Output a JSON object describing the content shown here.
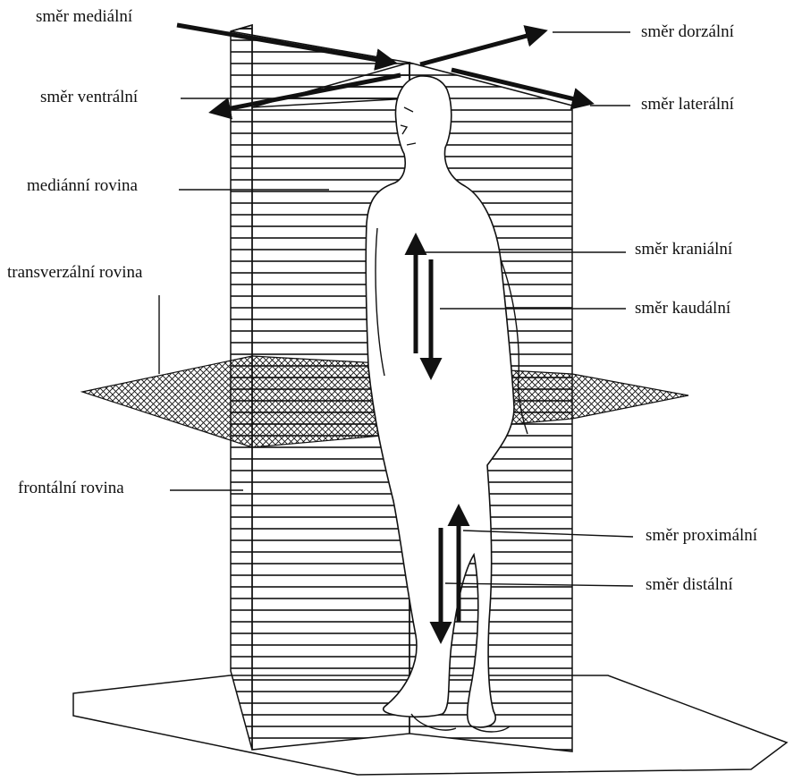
{
  "labels": {
    "medial": "směr mediální",
    "dorsal": "směr dorzální",
    "ventral": "směr ventrální",
    "lateral": "směr laterální",
    "median_plane": "mediánní rovina",
    "cranial": "směr kraniální",
    "transverse_plane": "transverzální rovina",
    "caudal": "směr kaudální",
    "frontal_plane": "frontální rovina",
    "proximal": "směr proximální",
    "distal": "směr distální"
  },
  "colors": {
    "ink": "#111111",
    "background": "#ffffff",
    "plane_fill": "#ffffff"
  }
}
